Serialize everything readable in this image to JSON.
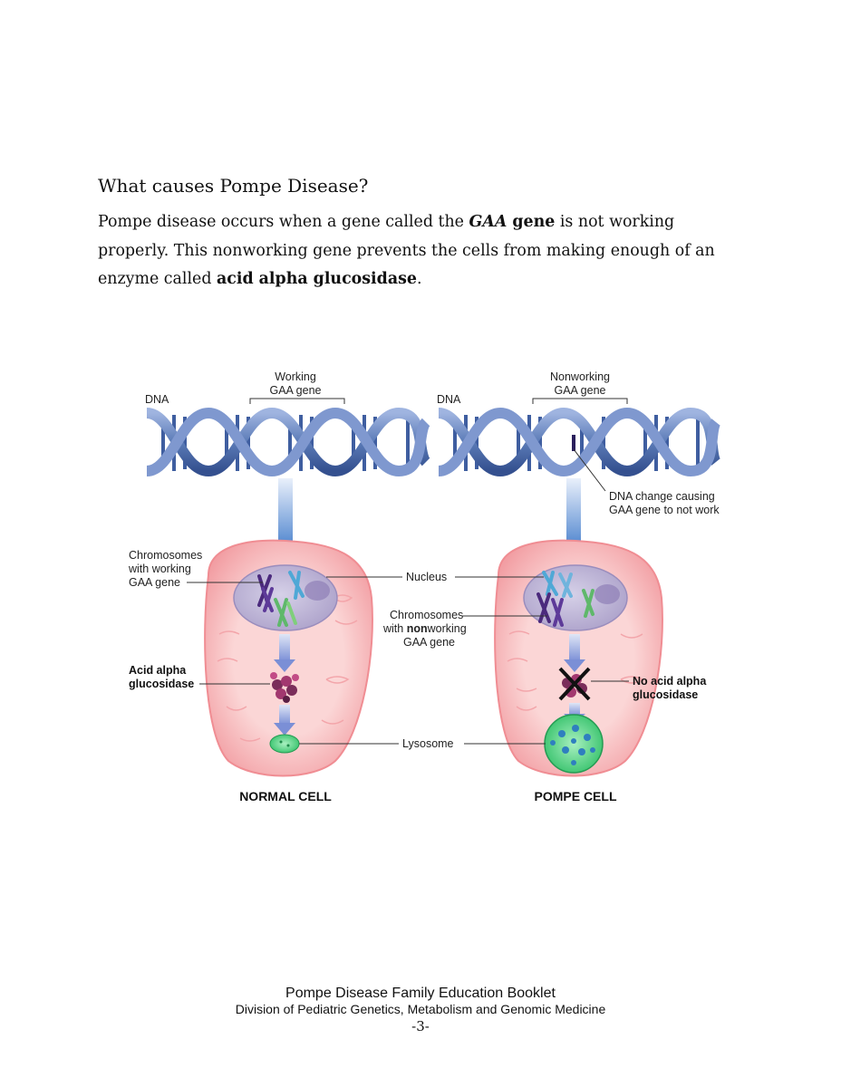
{
  "heading": "What causes Pompe Disease?",
  "paragraph": {
    "line1_a": "Pompe disease occurs when a gene called the ",
    "line1_gaa": "GAA",
    "line1_gene": " gene",
    "line1_b": " is not working",
    "line2": "properly. This nonworking gene prevents the cells from making enough of an",
    "line3_a": "enzyme called ",
    "line3_bold": "acid alpha glucosidase",
    "line3_b": "."
  },
  "figure": {
    "dna_left": "DNA",
    "dna_right": "DNA",
    "working_gene": [
      "Working",
      "GAA gene"
    ],
    "nonworking_gene": [
      "Nonworking",
      "GAA gene"
    ],
    "dna_change": [
      "DNA change causing",
      "GAA gene to not work"
    ],
    "chromosomes_working": [
      "Chromosomes",
      "with working",
      "GAA gene"
    ],
    "nucleus": "Nucleus",
    "chromosomes_nonworking_1": "Chromosomes",
    "chromosomes_nonworking_2a": "with ",
    "chromosomes_nonworking_2b": "non",
    "chromosomes_nonworking_2c": "working",
    "chromosomes_nonworking_3": "GAA gene",
    "acid_alpha": [
      "Acid alpha",
      "glucosidase"
    ],
    "no_acid_alpha": [
      "No acid alpha",
      "glucosidase"
    ],
    "lysosome": "Lysosome",
    "normal_cell": "NORMAL CELL",
    "pompe_cell": "POMPE CELL"
  },
  "colors": {
    "dna_blue": "#5b7bb7",
    "arrow_blue": "#2b6cc4",
    "cell_pink": "#f7b8ba",
    "nucleus_purple": "#b4a8cf",
    "lysosome_green": "#5fd68a"
  },
  "footer": {
    "title": "Pompe Disease Family Education Booklet",
    "subtitle": "Division of Pediatric Genetics, Metabolism and Genomic Medicine",
    "page": "-3-"
  }
}
